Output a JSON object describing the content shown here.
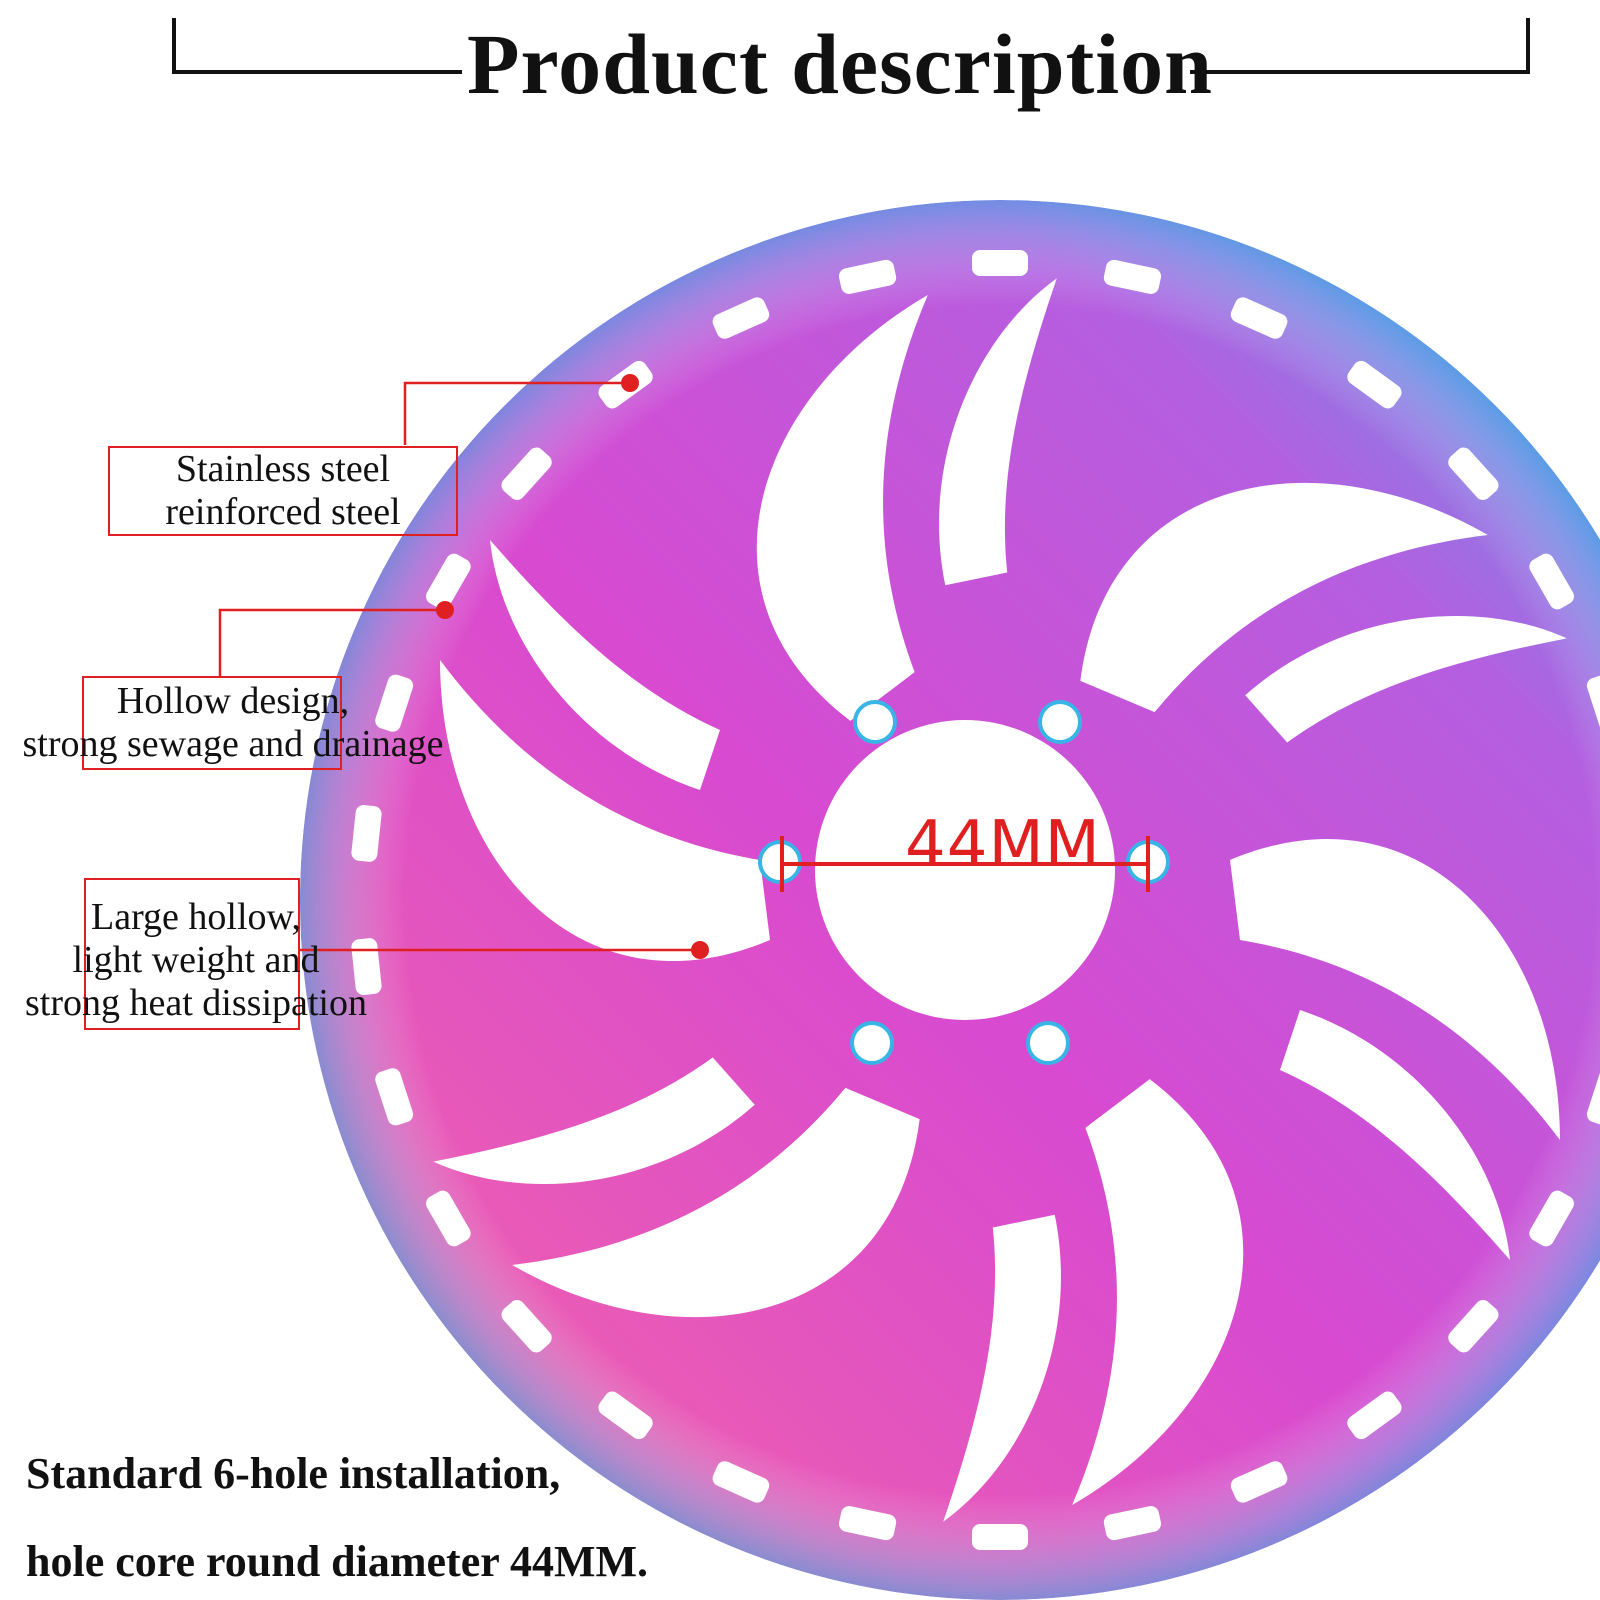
{
  "header": {
    "title": "Product description"
  },
  "callouts": [
    {
      "lines": [
        "Stainless steel",
        "reinforced steel"
      ]
    },
    {
      "lines": [
        "Hollow design,",
        "strong sewage and drainage"
      ]
    },
    {
      "lines": [
        "Large hollow,",
        "light weight and",
        "strong heat dissipation"
      ]
    }
  ],
  "dimension": {
    "label": "44MM"
  },
  "footer": {
    "line1": "Standard 6-hole installation,",
    "line2": "hole core round diameter 44MM."
  },
  "colors": {
    "accent": "#e02020",
    "disc_pink": "#e040c8",
    "disc_blue": "#39b4e6",
    "disc_yellow": "#e8d040"
  }
}
